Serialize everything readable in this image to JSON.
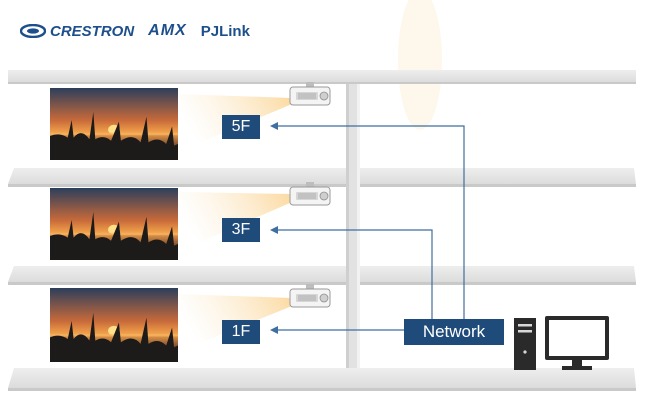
{
  "brands": {
    "crestron": "CRESTRON",
    "amx": "AMX",
    "pjlink": "PJLink"
  },
  "floors": [
    {
      "label": "5F"
    },
    {
      "label": "3F"
    },
    {
      "label": "1F"
    }
  ],
  "network": {
    "label": "Network"
  },
  "colors": {
    "accent": "#1e4b79",
    "brand": "#1d4f8c",
    "line": "#3f6ea0",
    "shelf": "#e4e4e4",
    "shelf_edge": "#c9c9c9",
    "beam": "#fbe3b8"
  },
  "icons": [
    "crestron-logo-icon",
    "projector-icon",
    "computer-tower-icon",
    "monitor-icon",
    "sunset-screen-image"
  ]
}
